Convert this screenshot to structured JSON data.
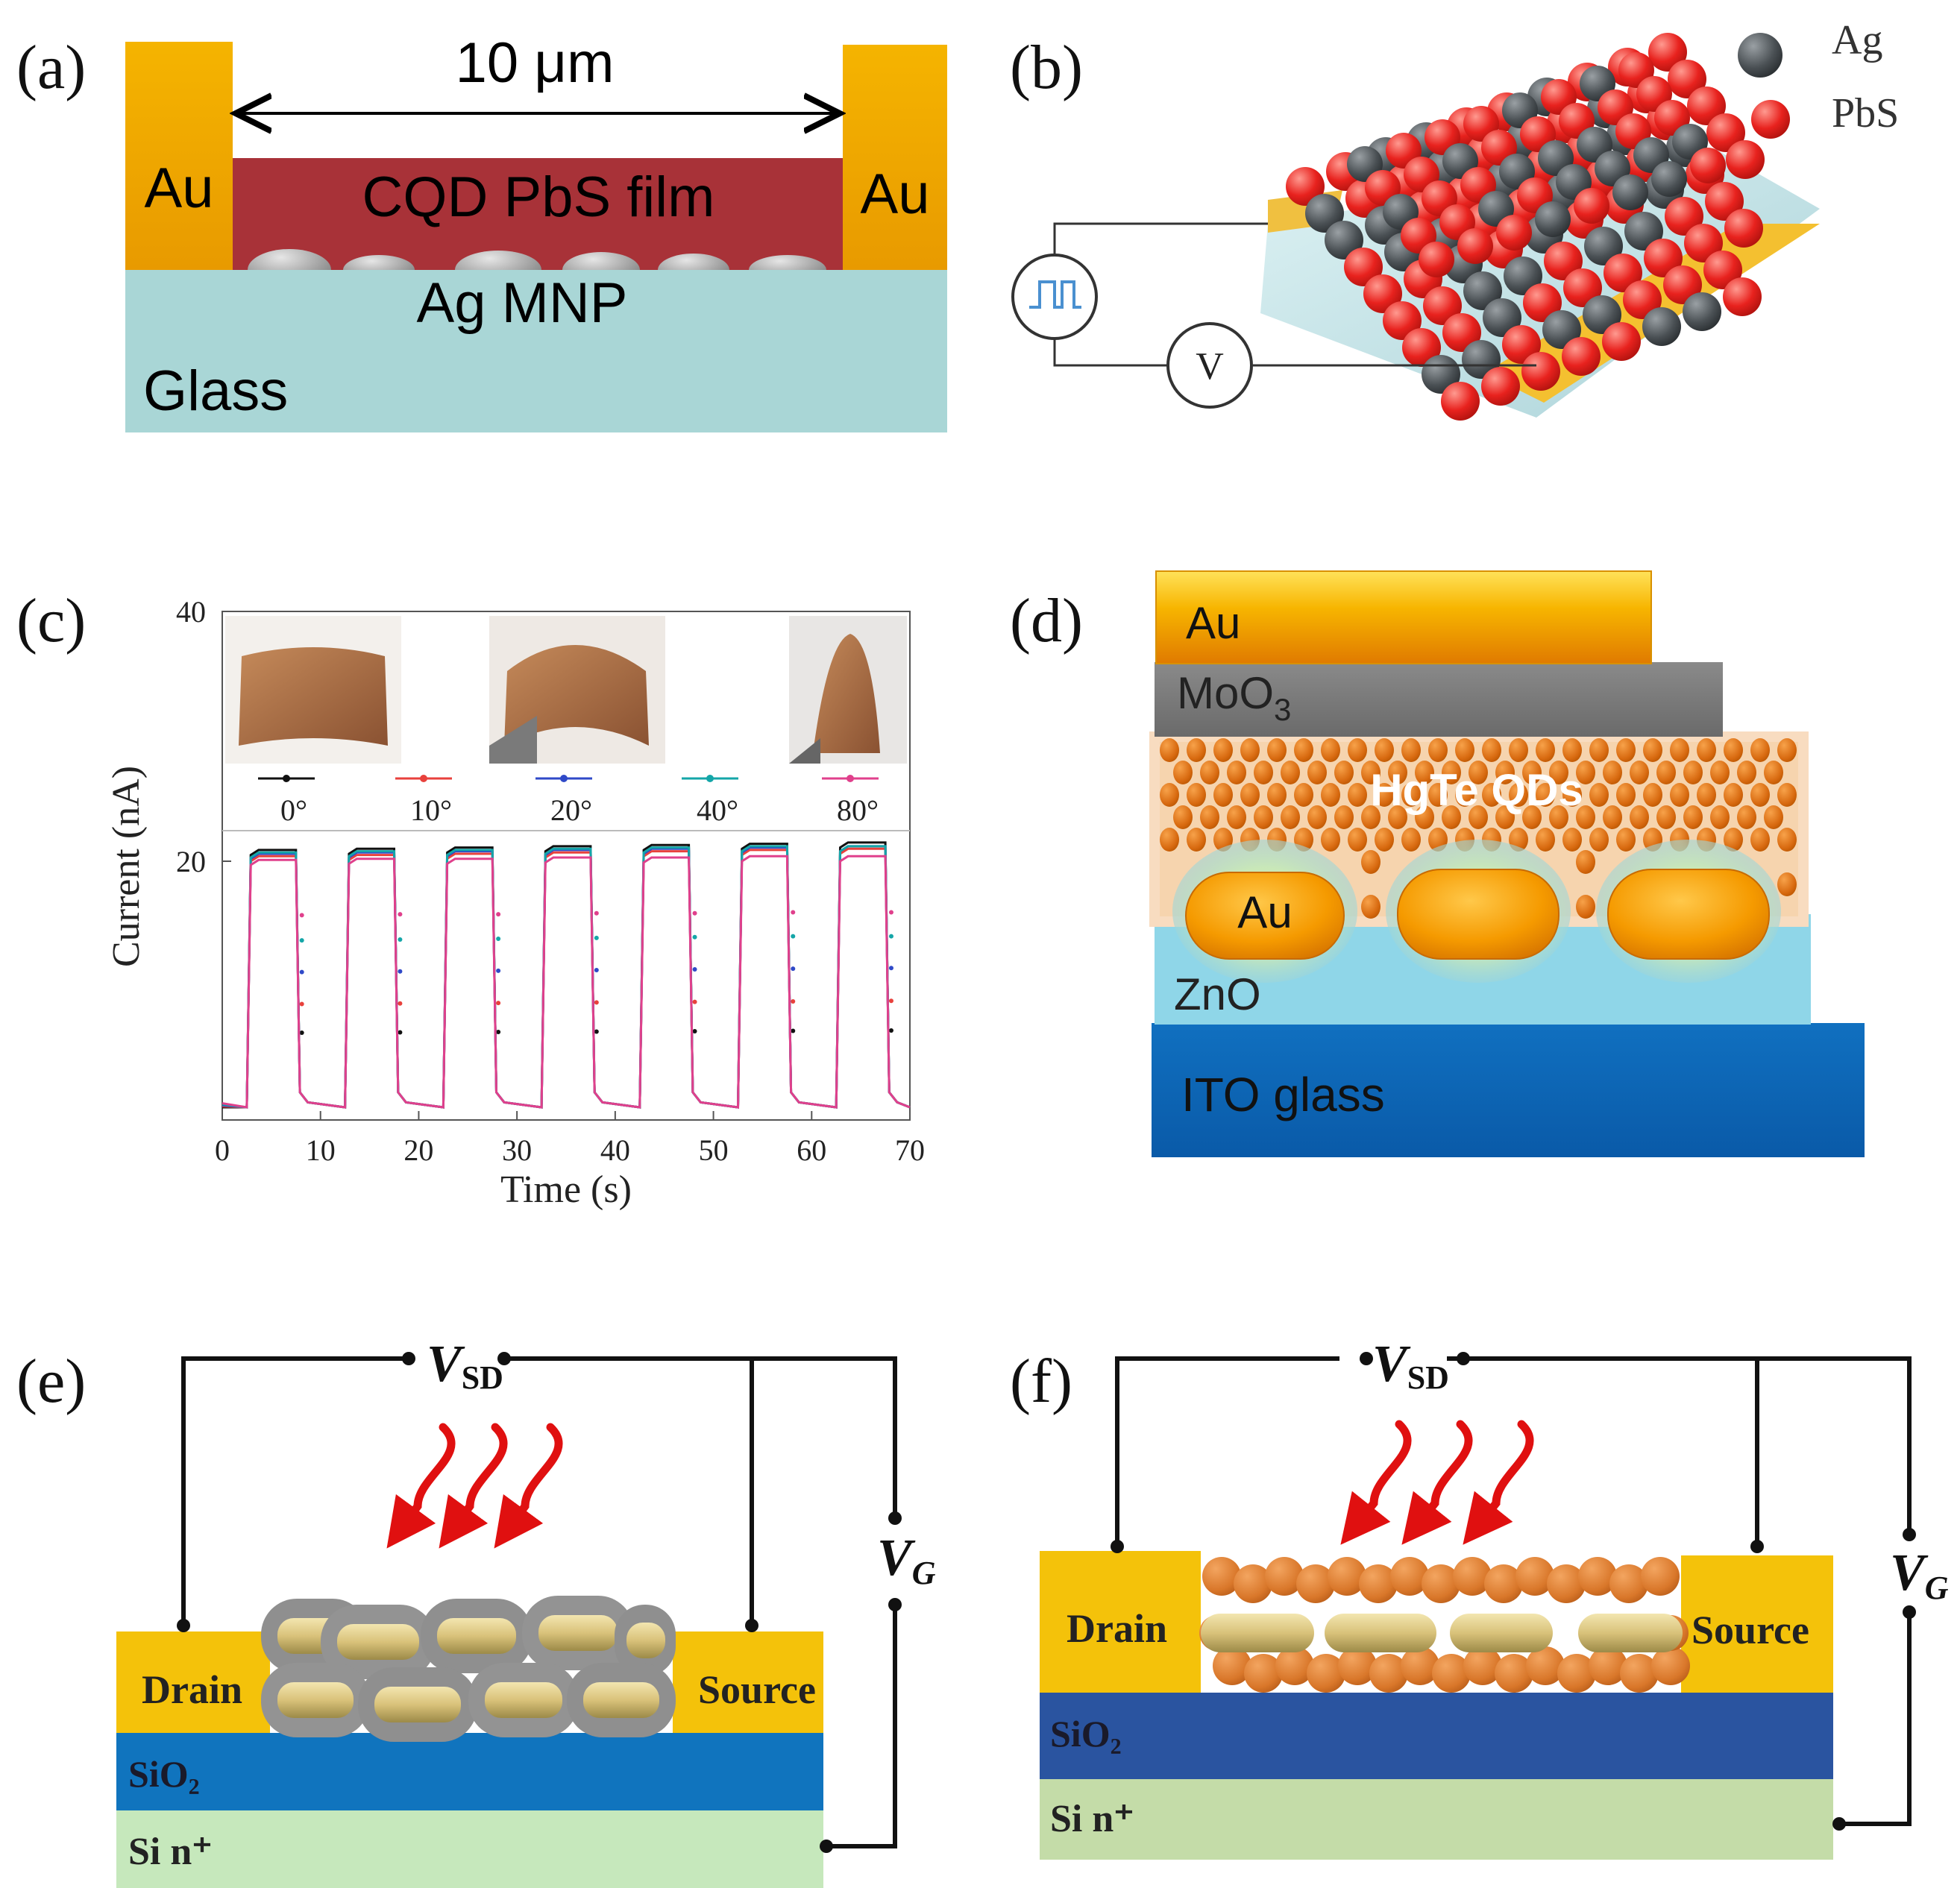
{
  "panels": {
    "a": {
      "label": "(a)",
      "width_label": "10 μm",
      "electrode_left": "Au",
      "electrode_right": "Au",
      "film": "CQD PbS film",
      "particles": "Ag MNP",
      "substrate": "Glass"
    },
    "b": {
      "label": "(b)",
      "legend": [
        {
          "name": "Ag",
          "color": "#4a4f52"
        },
        {
          "name": "PbS",
          "color": "#e8221e"
        }
      ],
      "meter": "V"
    },
    "c": {
      "label": "(c)",
      "legend_angles": [
        "0°",
        "10°",
        "20°",
        "40°",
        "80°"
      ]
    },
    "d": {
      "label": "(d)",
      "layers": {
        "top": "Au",
        "moo3": "MoO",
        "moo3_sub": "3",
        "qds": "HgTe QDs",
        "rods": "Au",
        "zno": "ZnO",
        "substrate": "ITO glass"
      }
    },
    "e": {
      "label": "(e)",
      "vsd": "V",
      "vsd_sub": "SD",
      "vg": "V",
      "vg_sub": "G",
      "drain": "Drain",
      "source": "Source",
      "sio2": "SiO₂",
      "si": "Si n⁺"
    },
    "f": {
      "label": "(f)",
      "vsd": "V",
      "vsd_sub": "SD",
      "vg": "V",
      "vg_sub": "G",
      "drain": "Drain",
      "source": "Source",
      "sio2": "SiO₂",
      "si": "Si n⁺"
    }
  },
  "chart_data": {
    "type": "line",
    "xlabel": "Time (s)",
    "ylabel": "Current (nA)",
    "xlim": [
      0,
      70
    ],
    "ylim": [
      0,
      40
    ],
    "xticks": [
      0,
      10,
      20,
      30,
      40,
      50,
      60,
      70
    ],
    "yticks": [
      20,
      40
    ],
    "legend_position": "top",
    "pulses_on": [
      [
        2.5,
        7.5
      ],
      [
        12.5,
        17.5
      ],
      [
        22.5,
        27.5
      ],
      [
        32.5,
        37.5
      ],
      [
        42.5,
        47.5
      ],
      [
        52.5,
        57.5
      ],
      [
        62.5,
        67.5
      ]
    ],
    "baseline": 0.3,
    "series": [
      {
        "name": "0°",
        "color": "#111111",
        "on_values": [
          20.9,
          21.0,
          21.1,
          21.2,
          21.3,
          21.4,
          21.5
        ]
      },
      {
        "name": "10°",
        "color": "#e8413c",
        "on_values": [
          20.4,
          20.5,
          20.6,
          20.7,
          20.8,
          20.9,
          21.0
        ]
      },
      {
        "name": "20°",
        "color": "#2f49c8",
        "on_values": [
          20.6,
          20.7,
          20.8,
          20.9,
          21.0,
          21.1,
          21.2
        ]
      },
      {
        "name": "40°",
        "color": "#14a6a8",
        "on_values": [
          20.7,
          20.8,
          20.9,
          21.0,
          21.1,
          21.2,
          21.2
        ]
      },
      {
        "name": "80°",
        "color": "#e0408c",
        "on_values": [
          20.1,
          20.2,
          20.2,
          20.3,
          20.3,
          20.4,
          20.4
        ]
      }
    ]
  }
}
